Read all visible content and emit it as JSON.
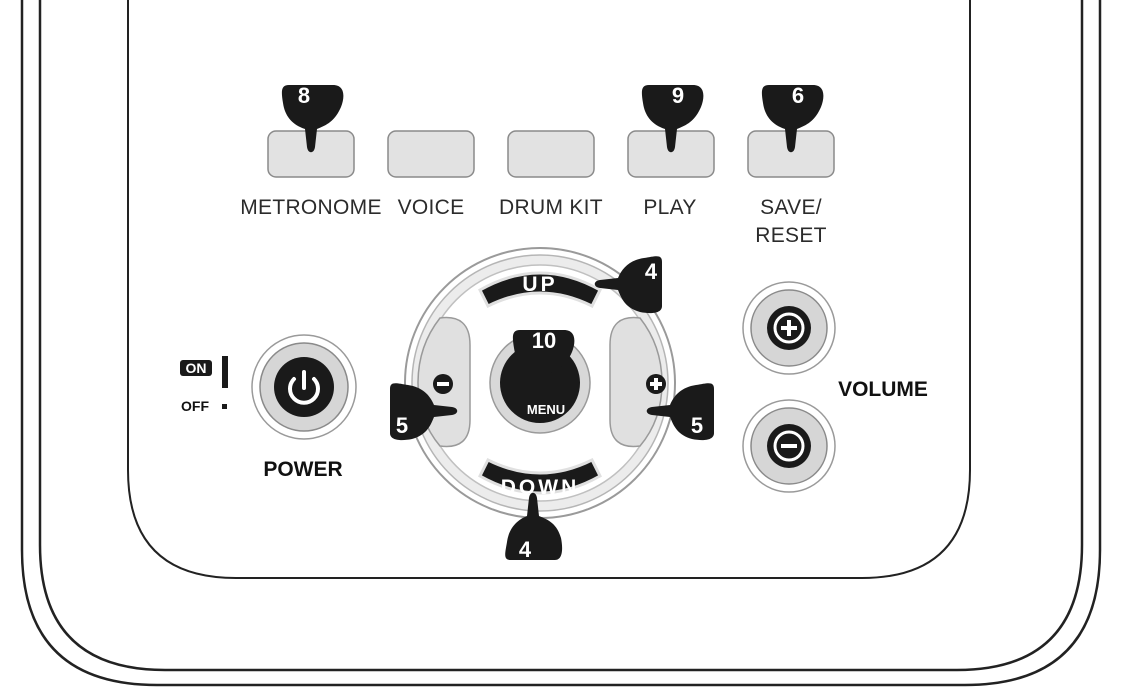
{
  "buttons": [
    {
      "label": "METRONOME"
    },
    {
      "label": "VOICE"
    },
    {
      "label": "DRUM KIT"
    },
    {
      "label": "PLAY"
    },
    {
      "label_line1": "SAVE/",
      "label_line2": "RESET"
    }
  ],
  "callouts": {
    "metronome": "8",
    "play": "9",
    "save_reset": "6",
    "up": "4",
    "down": "4",
    "menu": "10",
    "minus": "5",
    "plus": "5"
  },
  "dpad": {
    "up_label": "UP",
    "down_label": "DOWN",
    "center_label": "MENU"
  },
  "power": {
    "label": "POWER",
    "on_label": "ON",
    "off_label": "OFF"
  },
  "volume": {
    "label": "VOLUME"
  },
  "colors": {
    "button_fill": "#e2e2e2",
    "button_stroke": "#8a8a8a",
    "dark": "#1a1a1a",
    "ring_light": "#e0e0e0",
    "ring_mid": "#b5b5b5"
  }
}
